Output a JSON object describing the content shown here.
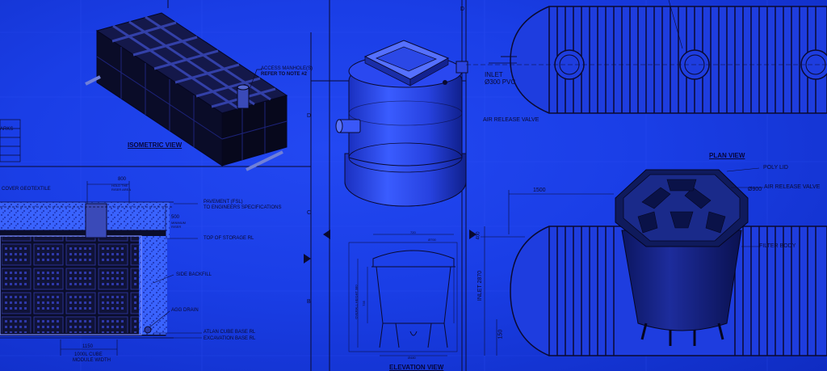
{
  "drawing": {
    "iso_view_title": "ISOMETRIC VIEW",
    "plan_view_title": "PLAN VIEW",
    "elevation_view_title": "ELEVATION VIEW",
    "labels": {
      "access_manholes": "ACCESS MANHOLE(S)",
      "refer_note": "REFER TO NOTE #2",
      "remarks": "ARKS",
      "cover_geotextile": "COVER GEOTEXTILE",
      "dim_800": "800",
      "hold_line": "HOLD THE",
      "hold_line2": "RISER AREA",
      "pavement": "PAVEMENT (FSL)",
      "engineers_spec": "TO ENGINEERS SPECIFICATIONS",
      "min_riser": "500",
      "min_riser2": "MINIMUM",
      "min_riser3": "RISER",
      "top_storage": "TOP OF STORAGE RL",
      "side_backfill": "SIDE BACKFILL",
      "agg_drain": "AGG DRAIN",
      "atlan_base": "ATLAN CUBE BASE RL",
      "excavation_base": "EXCAVATION BASE RL",
      "module_1150": "1150",
      "module_line1": "1000L CUBE",
      "module_line2": "MODULE WIDTH",
      "inlet": "INLET",
      "inlet_pvc": "Ø300 PVC",
      "air_release": "AIR RELEASE VALVE",
      "air_release2": "AIR RELEASE VALVE",
      "poly_lid": "POLY LID",
      "filter_body": "FILTER BODY",
      "dim_1500": "1500",
      "dim_900": "Ø900",
      "dim_400": "400",
      "inlet_2870": "INLET 2870",
      "dim_150": "150",
      "overall_height": "OVERALL HEIGHT 980",
      "elev_top": "720",
      "elev_lid": "Ø700",
      "elev_base": "Ø480",
      "elev_side": "735",
      "d_marker": "D",
      "c_marker": "C",
      "b_marker": "B"
    }
  }
}
